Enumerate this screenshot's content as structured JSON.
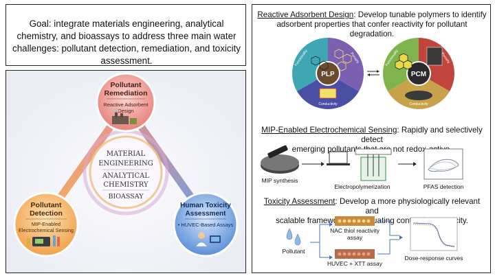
{
  "goal": {
    "text": "Goal: integrate materials engineering, analytical chemistry, and bioassays to address three main water challenges: pollutant detection, remediation, and toxicity assessment."
  },
  "triangle": {
    "center": [
      "MATERIAL",
      "ENGINEERING",
      "ANALYTICAL",
      "CHEMISTRY",
      "BIOASSAY"
    ],
    "top": {
      "title": [
        "Pollutant",
        "Remediation"
      ],
      "sub": [
        "Reactive Adsorbent",
        "Design"
      ],
      "color": "#e8807a"
    },
    "left": {
      "title": [
        "Pollutant",
        "Detection"
      ],
      "sub": [
        "MIP-Enabled",
        "Electrochemical Sensing"
      ],
      "color": "#f2a14a"
    },
    "right": {
      "title": [
        "Human Toxicity",
        "Assessment"
      ],
      "sub": [
        "• HUVEC-Based Assays"
      ],
      "color": "#5a8fd8"
    }
  },
  "sections": {
    "reactive": {
      "heading": "Reactive Adsorbent Design",
      "body_line1": ": Develop tunable polymers to identify",
      "body_line2": "adsorbent properties that confer reactivity for pollutant degradation.",
      "plp": {
        "center": "PLP",
        "seg_left": "Functionality",
        "seg_right": "Porosity",
        "seg_bottom": "Conductivity"
      },
      "pcm": {
        "center": "PCM",
        "seg_left": "Functionality",
        "seg_right": "Porosity",
        "seg_bottom": "Conductivity"
      },
      "colors": {
        "teal": "#3fa7b4",
        "purple": "#7b5fb0",
        "indigo": "#4a4fa6",
        "green": "#7fb34c",
        "red": "#c2453d",
        "gold": "#c8a24a"
      }
    },
    "mip": {
      "heading": "MIP-Enabled Electrochemical Sensing",
      "body_line1": ": Rapidly and selectively detect",
      "body_line2": "emerging pollutants that are not redox-active.",
      "labels": [
        "MIP synthesis",
        "Electropolymerization",
        "PFAS detection"
      ]
    },
    "toxicity": {
      "heading": "Toxicity Assessment",
      "body_line1": ": Develop a more physiologically relevant and",
      "body_line2": "scalable framework for evaluating contaminant toxicity.",
      "pollutant": "Pollutant",
      "assay1": [
        "NAC thiol reactivity",
        "assay"
      ],
      "assay2": "HUVEC + XTT assay",
      "curves": "Dose-response curves"
    }
  }
}
